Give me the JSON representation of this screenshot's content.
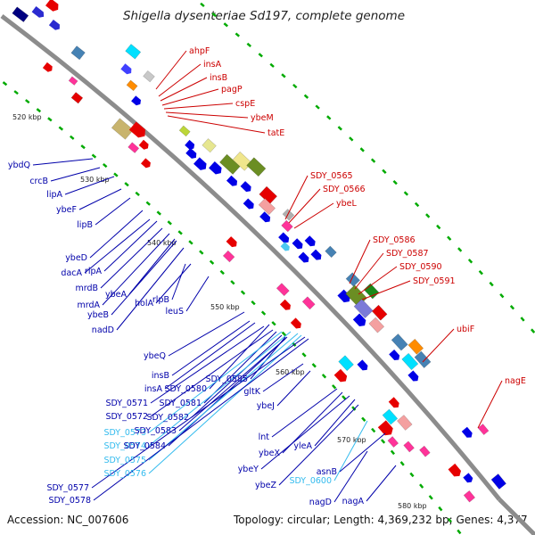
{
  "title": "Shigella dysenteriae Sd197, complete genome",
  "accession_text": "Accession: NC_007606",
  "topology_text": "Topology: circular; Length: 4,369,232 bp; Genes: 4,377",
  "kbp_labels": [
    "520 kbp",
    "530 kbp",
    "540 kbp",
    "550 kbp",
    "560 kbp",
    "570 kbp",
    "580 kbp"
  ],
  "colors": {
    "backbone": "#8c8c8c",
    "plus_genes": "#0000e6",
    "minus_genes": "#e60000",
    "highlight": "#4dc8f0",
    "gc_marks": "#00aa00"
  },
  "labels": [
    {
      "text": "ahpF",
      "color": "#cc0000"
    },
    {
      "text": "insA",
      "color": "#cc0000"
    },
    {
      "text": "insB",
      "color": "#cc0000"
    },
    {
      "text": "pagP",
      "color": "#cc0000"
    },
    {
      "text": "cspE",
      "color": "#cc0000"
    },
    {
      "text": "ybeM",
      "color": "#cc0000"
    },
    {
      "text": "tatE",
      "color": "#cc0000"
    },
    {
      "text": "SDY_0565",
      "color": "#cc0000"
    },
    {
      "text": "SDY_0566",
      "color": "#cc0000"
    },
    {
      "text": "ybeL",
      "color": "#cc0000"
    },
    {
      "text": "SDY_0586",
      "color": "#cc0000"
    },
    {
      "text": "SDY_0587",
      "color": "#cc0000"
    },
    {
      "text": "SDY_0590",
      "color": "#cc0000"
    },
    {
      "text": "SDY_0591",
      "color": "#cc0000"
    },
    {
      "text": "ubiF",
      "color": "#cc0000"
    },
    {
      "text": "nagE",
      "color": "#cc0000"
    },
    {
      "text": "ybdQ",
      "color": "#0000aa"
    },
    {
      "text": "crcB",
      "color": "#0000aa"
    },
    {
      "text": "lipA",
      "color": "#0000aa"
    },
    {
      "text": "ybeF",
      "color": "#0000aa"
    },
    {
      "text": "lipB",
      "color": "#0000aa"
    },
    {
      "text": "ybeD",
      "color": "#0000aa"
    },
    {
      "text": "dacA",
      "color": "#0000aa"
    },
    {
      "text": "rlpA",
      "color": "#0000aa"
    },
    {
      "text": "mrdB",
      "color": "#0000aa"
    },
    {
      "text": "ybeA",
      "color": "#0000aa"
    },
    {
      "text": "rlpB",
      "color": "#0000aa"
    },
    {
      "text": "mrdA",
      "color": "#0000aa"
    },
    {
      "text": "holA",
      "color": "#0000aa"
    },
    {
      "text": "ybeB",
      "color": "#0000aa"
    },
    {
      "text": "leuS",
      "color": "#0000aa"
    },
    {
      "text": "nadD",
      "color": "#0000aa"
    },
    {
      "text": "ybeQ",
      "color": "#0000aa"
    },
    {
      "text": "insB",
      "color": "#0000aa"
    },
    {
      "text": "insA",
      "color": "#0000aa"
    },
    {
      "text": "SDY_0580",
      "color": "#0000aa"
    },
    {
      "text": "SDY_0585",
      "color": "#0000aa"
    },
    {
      "text": "SDY_0571",
      "color": "#0000aa"
    },
    {
      "text": "SDY_0581",
      "color": "#0000aa"
    },
    {
      "text": "SDY_0572",
      "color": "#0000aa"
    },
    {
      "text": "SDY_0582",
      "color": "#0000aa"
    },
    {
      "text": "SDY_0573",
      "color": "#33bbee"
    },
    {
      "text": "SDY_0583",
      "color": "#0000aa"
    },
    {
      "text": "SDY_0574",
      "color": "#33bbee"
    },
    {
      "text": "SDY_0584",
      "color": "#0000aa"
    },
    {
      "text": "SDY_0575",
      "color": "#33bbee"
    },
    {
      "text": "SDY_0576",
      "color": "#33bbee"
    },
    {
      "text": "SDY_0577",
      "color": "#0000aa"
    },
    {
      "text": "SDY_0578",
      "color": "#0000aa"
    },
    {
      "text": "gltK",
      "color": "#0000aa"
    },
    {
      "text": "ybeJ",
      "color": "#0000aa"
    },
    {
      "text": "lnt",
      "color": "#0000aa"
    },
    {
      "text": "ybeX",
      "color": "#0000aa"
    },
    {
      "text": "ybeY",
      "color": "#0000aa"
    },
    {
      "text": "ybeZ",
      "color": "#0000aa"
    },
    {
      "text": "yleA",
      "color": "#0000aa"
    },
    {
      "text": "SDY_0600",
      "color": "#33bbee"
    },
    {
      "text": "asnB",
      "color": "#0000aa"
    },
    {
      "text": "nagD",
      "color": "#0000aa"
    },
    {
      "text": "nagA",
      "color": "#0000aa"
    }
  ]
}
